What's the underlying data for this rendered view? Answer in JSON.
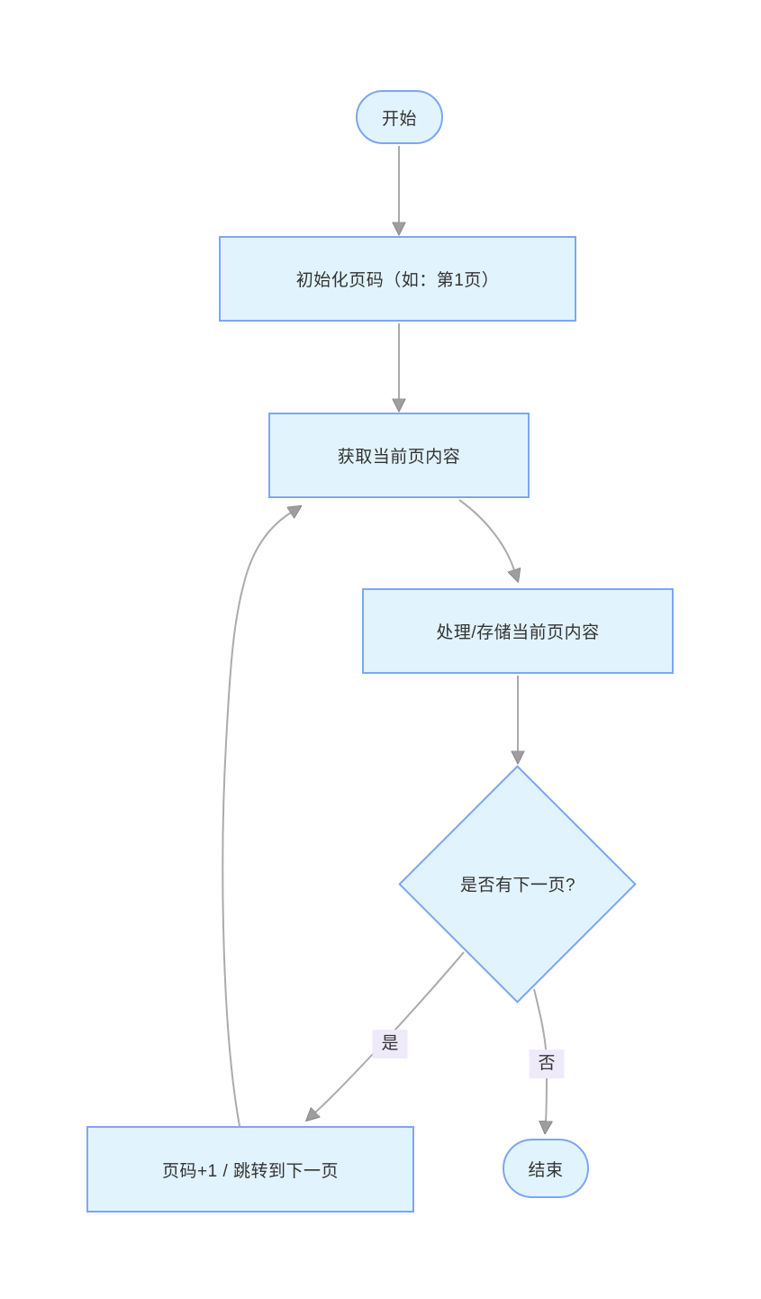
{
  "diagram": {
    "type": "flowchart",
    "direction": "top-down",
    "nodes": {
      "start": {
        "shape": "stadium",
        "label": "开始"
      },
      "init": {
        "shape": "rect",
        "label": "初始化页码（如：第1页）"
      },
      "fetch": {
        "shape": "rect",
        "label": "获取当前页内容"
      },
      "process": {
        "shape": "rect",
        "label": "处理/存储当前页内容"
      },
      "decision": {
        "shape": "diamond",
        "label": "是否有下一页?"
      },
      "next_page": {
        "shape": "rect",
        "label": "页码+1 / 跳转到下一页"
      },
      "end": {
        "shape": "stadium",
        "label": "结束"
      }
    },
    "edges": [
      {
        "from": "start",
        "to": "init",
        "label": ""
      },
      {
        "from": "init",
        "to": "fetch",
        "label": ""
      },
      {
        "from": "fetch",
        "to": "process",
        "label": ""
      },
      {
        "from": "process",
        "to": "decision",
        "label": ""
      },
      {
        "from": "decision",
        "to": "next_page",
        "label": "是"
      },
      {
        "from": "decision",
        "to": "end",
        "label": "否"
      },
      {
        "from": "next_page",
        "to": "fetch",
        "label": ""
      }
    ],
    "colors": {
      "node_fill": "#E1F3FC",
      "node_border": "#7EA6F1",
      "node_text": "#333333",
      "edge_line": "#ABABAB",
      "arrowhead_fill": "#9E9E9E",
      "arrowhead_stroke": "#858585",
      "edge_label_bg": "#EFEAF9",
      "background": "#FFFFFF"
    }
  }
}
